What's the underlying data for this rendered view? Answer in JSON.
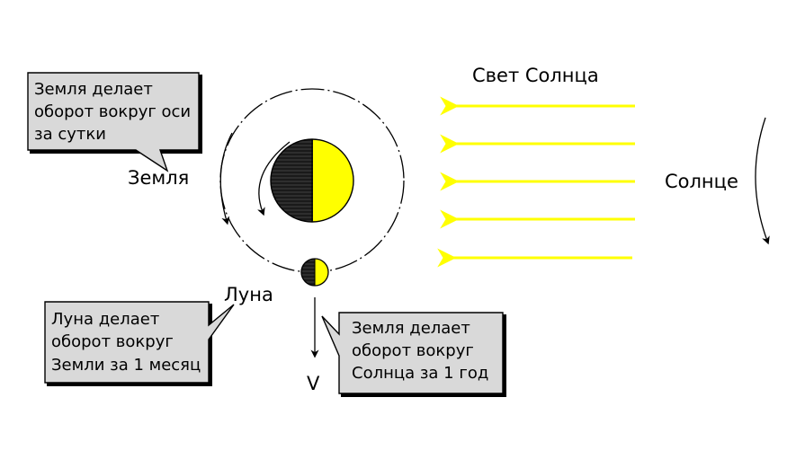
{
  "labels": {
    "sunlight": "Свет Солнца",
    "sun": "Солнце",
    "earth": "Земля",
    "moon": "Луна",
    "velocity": "V"
  },
  "callouts": {
    "earth_rotation": [
      "Земля делает",
      "оборот вокруг оси",
      "за сутки"
    ],
    "moon_orbit": [
      "Луна делает",
      "оборот вокруг",
      "Земли за 1 месяц"
    ],
    "earth_orbit": [
      "Земля делает",
      "оборот вокруг",
      "Солнца за 1 год"
    ]
  },
  "colors": {
    "sunlight": "#ffff00",
    "lit_side": "#ffff00",
    "dark_side": "#1a1a1a",
    "callout_fill": "#d9d9d9"
  },
  "sunlight_rays": 5
}
